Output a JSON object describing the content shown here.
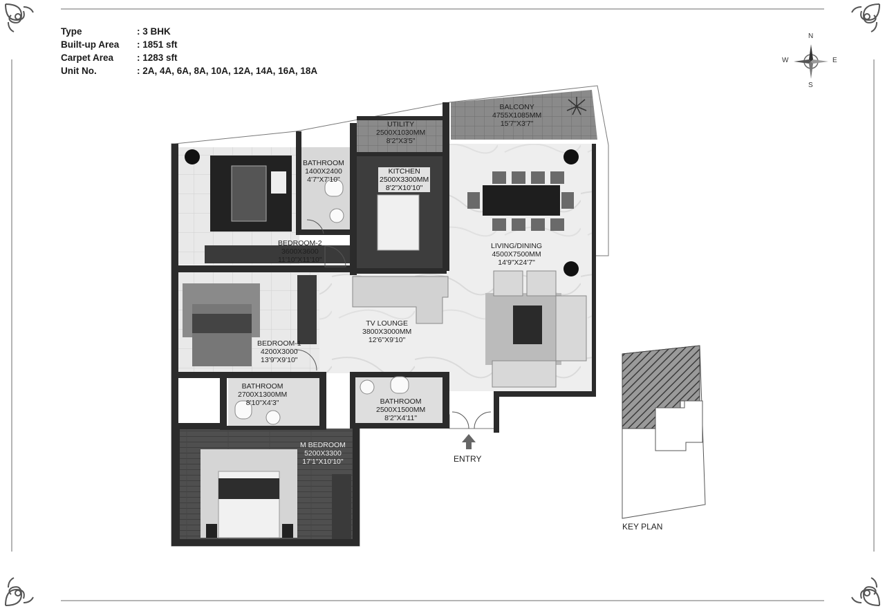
{
  "unit_info": {
    "rows": [
      {
        "key": "Type",
        "value": ": 3 BHK"
      },
      {
        "key": "Built-up Area",
        "value": ": 1851 sft"
      },
      {
        "key": "Carpet Area",
        "value": ": 1283 sft"
      },
      {
        "key": "Unit No.",
        "value": ": 2A, 4A, 6A, 8A, 10A, 12A, 14A, 16A, 18A"
      }
    ]
  },
  "compass": {
    "north": "N",
    "south": "S",
    "east": "E",
    "west": "W"
  },
  "rooms": {
    "balcony": {
      "name": "BALCONY",
      "mm": "4755X1085MM",
      "ft": "15'7\"X3'7\""
    },
    "utility": {
      "name": "UTILITY",
      "mm": "2500X1030MM",
      "ft": "8'2\"X3'5\""
    },
    "kitchen": {
      "name": "KITCHEN",
      "mm": "2500X3300MM",
      "ft": "8'2\"X10'10\""
    },
    "bath_b2": {
      "name": "BATHROOM",
      "mm": "1400X2400",
      "ft": "4'7\"X7'10\""
    },
    "bedroom2": {
      "name": "BEDROOM-2",
      "mm": "3600X3600",
      "ft": "11'10\"X11'10\""
    },
    "living": {
      "name": "LIVING/DINING",
      "mm": "4500X7500MM",
      "ft": "14'9\"X24'7\""
    },
    "tv": {
      "name": "TV LOUNGE",
      "mm": "3800X3000MM",
      "ft": "12'6\"X9'10\""
    },
    "bedroom1": {
      "name": "BEDROOM-1",
      "mm": "4200X3000",
      "ft": "13'9\"X9'10\""
    },
    "bath_mid": {
      "name": "BATHROOM",
      "mm": "2700X1300MM",
      "ft": "8'10\"X4'3\""
    },
    "bath_com": {
      "name": "BATHROOM",
      "mm": "2500X1500MM",
      "ft": "8'2\"X4'11\""
    },
    "mbedroom": {
      "name": "M BEDROOM",
      "mm": "5200X3300",
      "ft": "17'1\"X10'10\""
    }
  },
  "entry_label": "ENTRY",
  "key_plan_label": "KEY PLAN",
  "colors": {
    "wall": "#2b2b2b",
    "tile_floor": "#e6e6e6",
    "wood_floor": "#5a5a5a",
    "balcony_floor": "#8a8a8a",
    "hatch": "#555555"
  }
}
